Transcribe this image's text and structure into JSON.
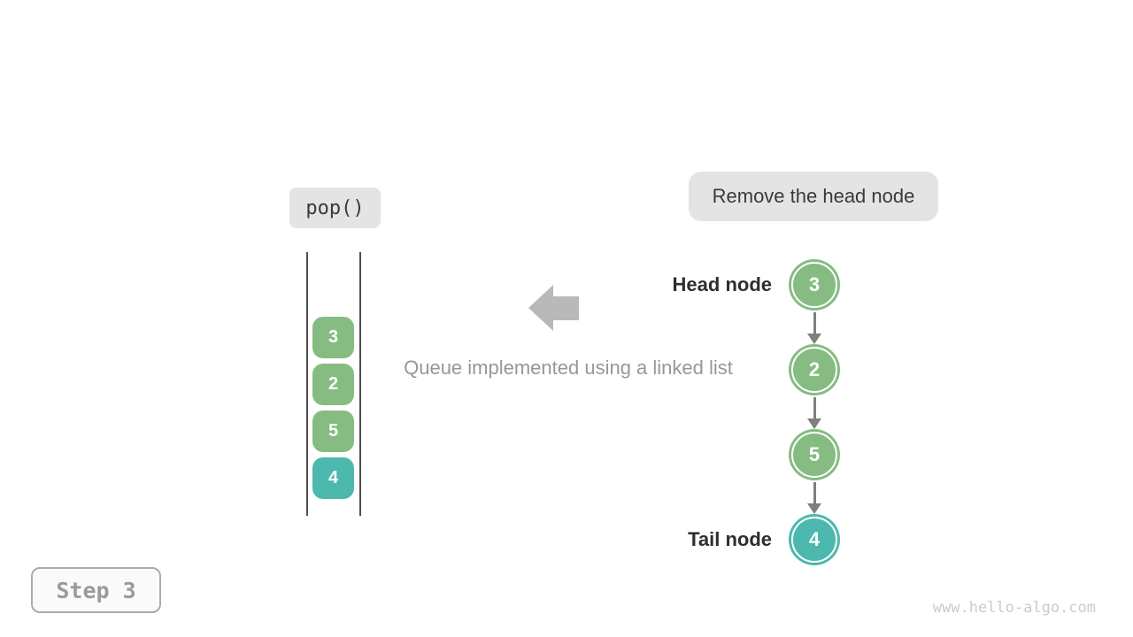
{
  "operation": {
    "label": "pop()",
    "annotation": "Remove the head node"
  },
  "caption": "Queue implemented using a linked list",
  "stack": {
    "items": [
      {
        "value": "3",
        "color": "#86bc82"
      },
      {
        "value": "2",
        "color": "#86bc82"
      },
      {
        "value": "5",
        "color": "#86bc82"
      },
      {
        "value": "4",
        "color": "#4db8ae"
      }
    ]
  },
  "linked_list": {
    "head_label": "Head node",
    "tail_label": "Tail node",
    "nodes": [
      {
        "value": "3",
        "color": "#86bc82"
      },
      {
        "value": "2",
        "color": "#86bc82"
      },
      {
        "value": "5",
        "color": "#86bc82"
      },
      {
        "value": "4",
        "color": "#4db8ae"
      }
    ]
  },
  "footer": {
    "step_label": "Step 3",
    "watermark": "www.hello-algo.com"
  },
  "colors": {
    "pill_background": "#e4e4e4",
    "dark_text": "#2e2e2e",
    "gray_text": "#979797",
    "big_arrow_gray": "#b9b9b9",
    "link_arrow_gray": "#7f7f7f",
    "stack_wall_gray": "#4d4d4d",
    "node_green": "#86bc82",
    "node_teal": "#4db8ae"
  }
}
